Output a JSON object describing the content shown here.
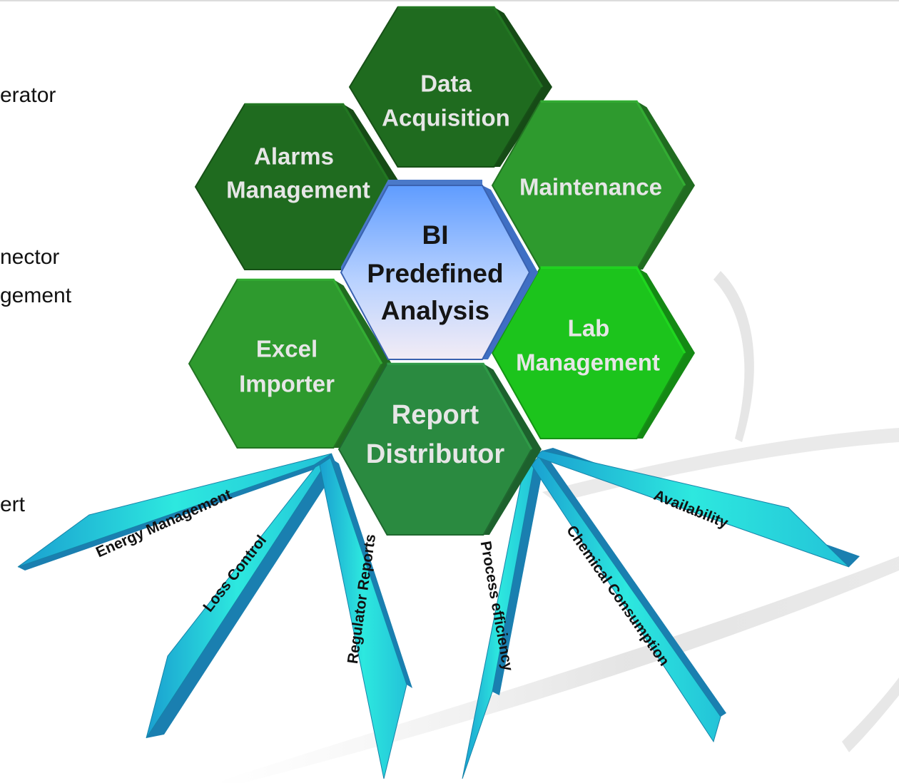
{
  "side_text": {
    "line1": "erator",
    "line2": "nector",
    "line3": "gement",
    "line4": "ert"
  },
  "center": {
    "line1": "BI",
    "line2": "Predefined",
    "line3": "Analysis"
  },
  "modules": {
    "data_acquisition": [
      "Data",
      "Acquisition"
    ],
    "alarms_management": [
      "Alarms",
      "Management"
    ],
    "maintenance": [
      "Maintenance"
    ],
    "excel_importer": [
      "Excel",
      "Importer"
    ],
    "lab_management": [
      "Lab",
      "Management"
    ],
    "report_distributor": [
      "Report",
      "Distributor"
    ]
  },
  "outputs": {
    "energy_management": "Energy Management",
    "loss_control": "Loss Control",
    "regulator_reports": "Regulator Reports",
    "process_efficiency": "Process efficiency",
    "chemical_consumption": "Chemical Consumption",
    "availability": "Availability"
  },
  "colors": {
    "hex_dark": "#1f6b1f",
    "hex_medium": "#2e9a2e",
    "hex_bright": "#1cc41c",
    "hex_report": "#2a8a40",
    "center_top": "#6aa8ff",
    "center_bottom": "#f0e8f4",
    "arrow_light": "#2fe6e0",
    "arrow_dark": "#1a7fb0",
    "module_text": "#e6e6e6"
  }
}
